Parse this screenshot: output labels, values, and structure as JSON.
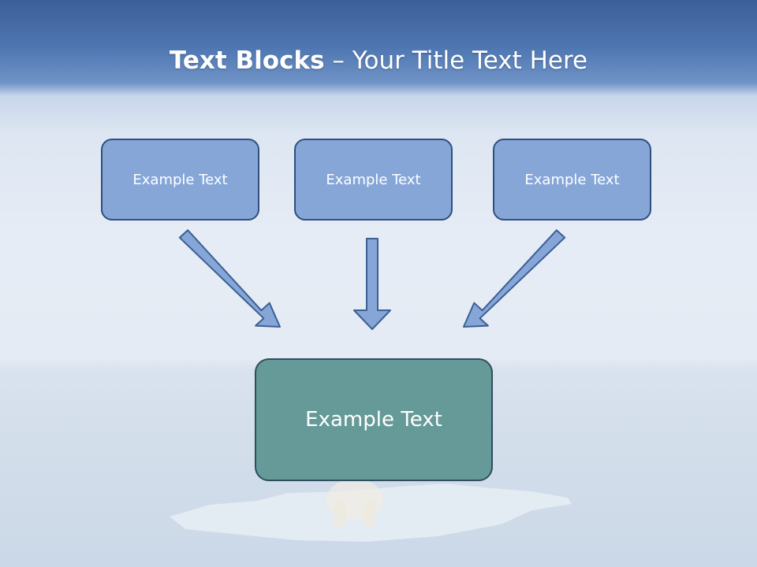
{
  "slide": {
    "title_bold": "Text Blocks",
    "title_rest": " – Your Title Text Here"
  },
  "boxes": [
    {
      "label": "Example Text"
    },
    {
      "label": "Example Text"
    },
    {
      "label": "Example Text"
    }
  ],
  "main_box": {
    "label": "Example Text"
  },
  "colors": {
    "box_fill": "#86a6d8",
    "box_border": "#2f4f7e",
    "main_fill": "#669a98",
    "arrow_fill": "#86a6d8"
  }
}
